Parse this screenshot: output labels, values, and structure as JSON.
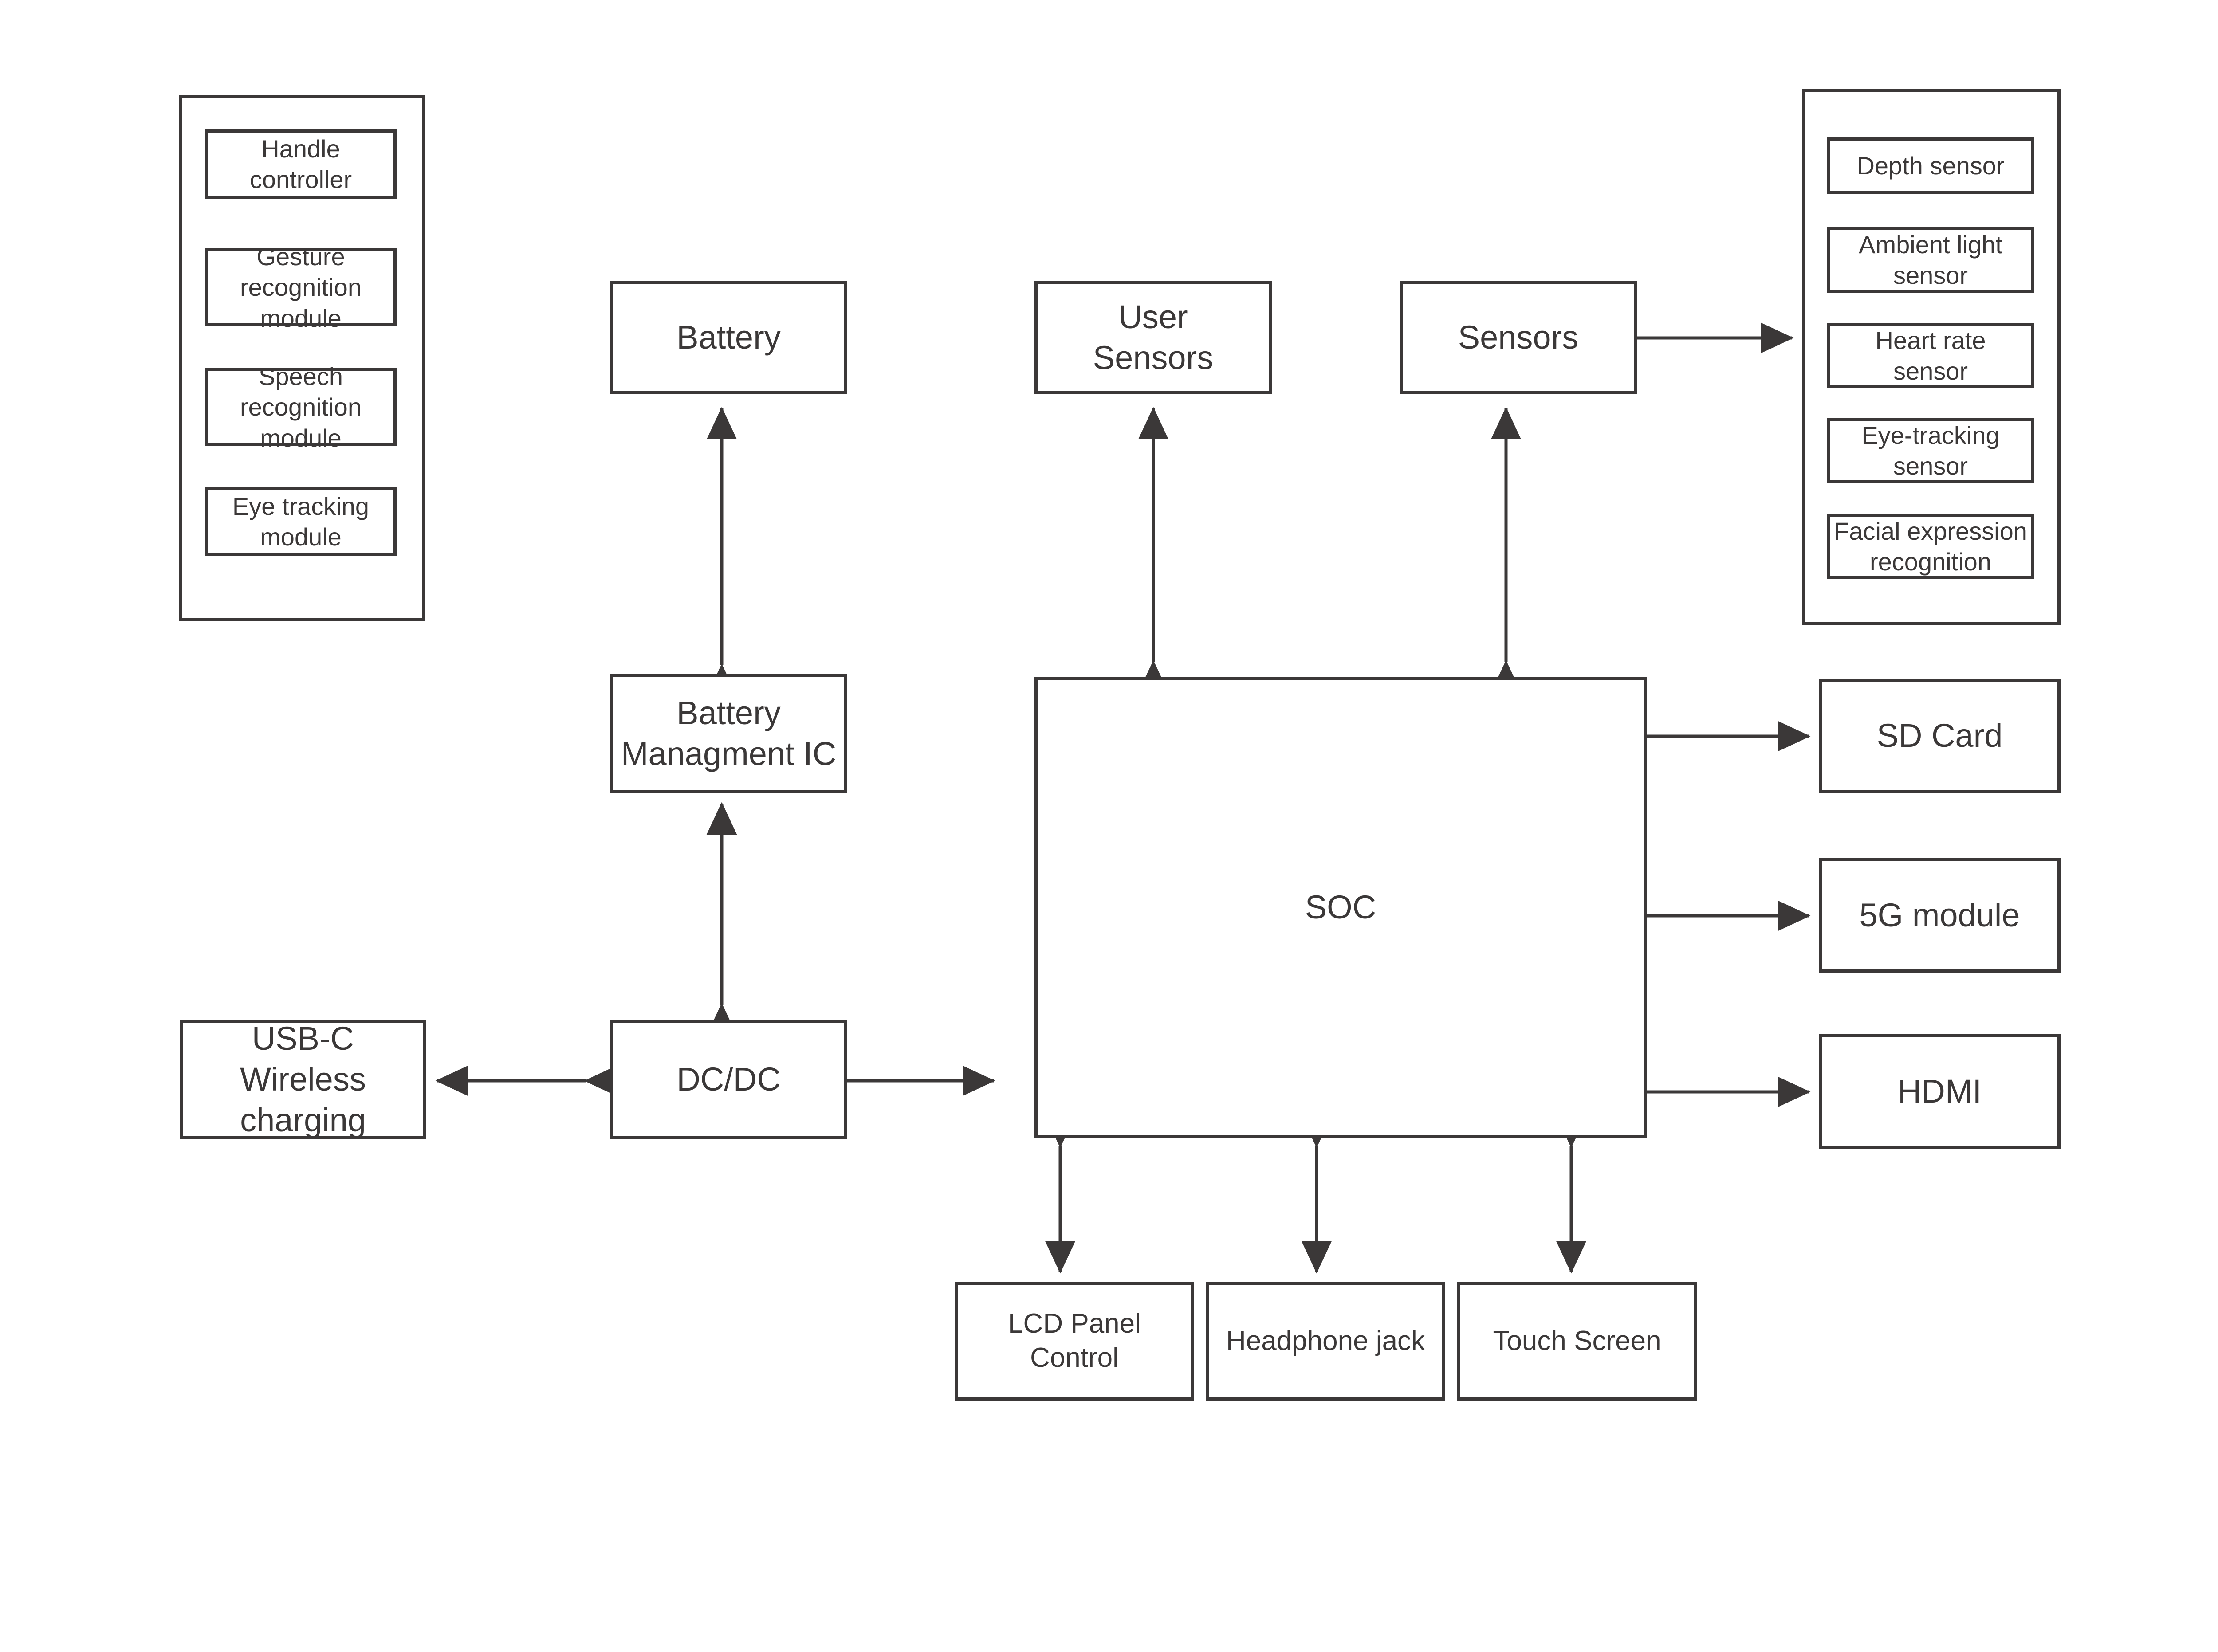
{
  "diagram": {
    "title": "XR Headset System Block Diagram",
    "line_color": "#3b3838",
    "background": "#ffffff"
  },
  "input_modules_group": {
    "name": "input modules panel",
    "items": [
      {
        "label": "Handle\ncontroller"
      },
      {
        "label": "Gesture\nrecognition\nmodule"
      },
      {
        "label": "Speech\nrecognition\nmodule"
      },
      {
        "label": "Eye tracking\nmodule"
      }
    ]
  },
  "sensor_detail_group": {
    "name": "sensor detail panel",
    "items": [
      {
        "label": "Depth sensor"
      },
      {
        "label": "Ambient light\nsensor"
      },
      {
        "label": "Heart rate\nsensor"
      },
      {
        "label": "Eye-tracking\nsensor"
      },
      {
        "label": "Facial expression\nrecognition"
      }
    ]
  },
  "blocks": {
    "battery": "Battery",
    "user_sensors": "User\nSensors",
    "sensors": "Sensors",
    "battery_management_ic": "Battery\nManagment IC",
    "dc_dc": "DC/DC",
    "usb_c_wireless_charging": "USB-C\nWireless\ncharging",
    "soc": "SOC",
    "sd_card": "SD Card",
    "module_5g": "5G module",
    "hdmi": "HDMI",
    "lcd_panel_control": "LCD Panel\nControl",
    "headphone_jack": "Headphone jack",
    "touch_screen": "Touch Screen"
  },
  "connections": [
    {
      "from": "battery-management-ic",
      "to": "battery",
      "type": "bidirectional",
      "orientation": "vertical"
    },
    {
      "from": "dc-dc",
      "to": "battery-management-ic",
      "type": "bidirectional",
      "orientation": "vertical"
    },
    {
      "from": "usb-c-wireless-charging",
      "to": "dc-dc",
      "type": "bidirectional",
      "orientation": "horizontal"
    },
    {
      "from": "dc-dc",
      "to": "soc",
      "type": "bidirectional",
      "orientation": "horizontal"
    },
    {
      "from": "soc",
      "to": "user-sensors",
      "type": "bidirectional",
      "orientation": "vertical"
    },
    {
      "from": "soc",
      "to": "sensors",
      "type": "bidirectional",
      "orientation": "vertical"
    },
    {
      "from": "sensors",
      "to": "sensor-detail-group",
      "type": "directional",
      "orientation": "horizontal"
    },
    {
      "from": "soc",
      "to": "sd-card",
      "type": "bidirectional",
      "orientation": "horizontal"
    },
    {
      "from": "soc",
      "to": "5g-module",
      "type": "bidirectional",
      "orientation": "horizontal"
    },
    {
      "from": "soc",
      "to": "hdmi",
      "type": "bidirectional",
      "orientation": "horizontal"
    },
    {
      "from": "soc",
      "to": "lcd-panel-control",
      "type": "bidirectional",
      "orientation": "vertical"
    },
    {
      "from": "soc",
      "to": "headphone-jack",
      "type": "bidirectional",
      "orientation": "vertical"
    },
    {
      "from": "soc",
      "to": "touch-screen",
      "type": "bidirectional",
      "orientation": "vertical"
    }
  ]
}
